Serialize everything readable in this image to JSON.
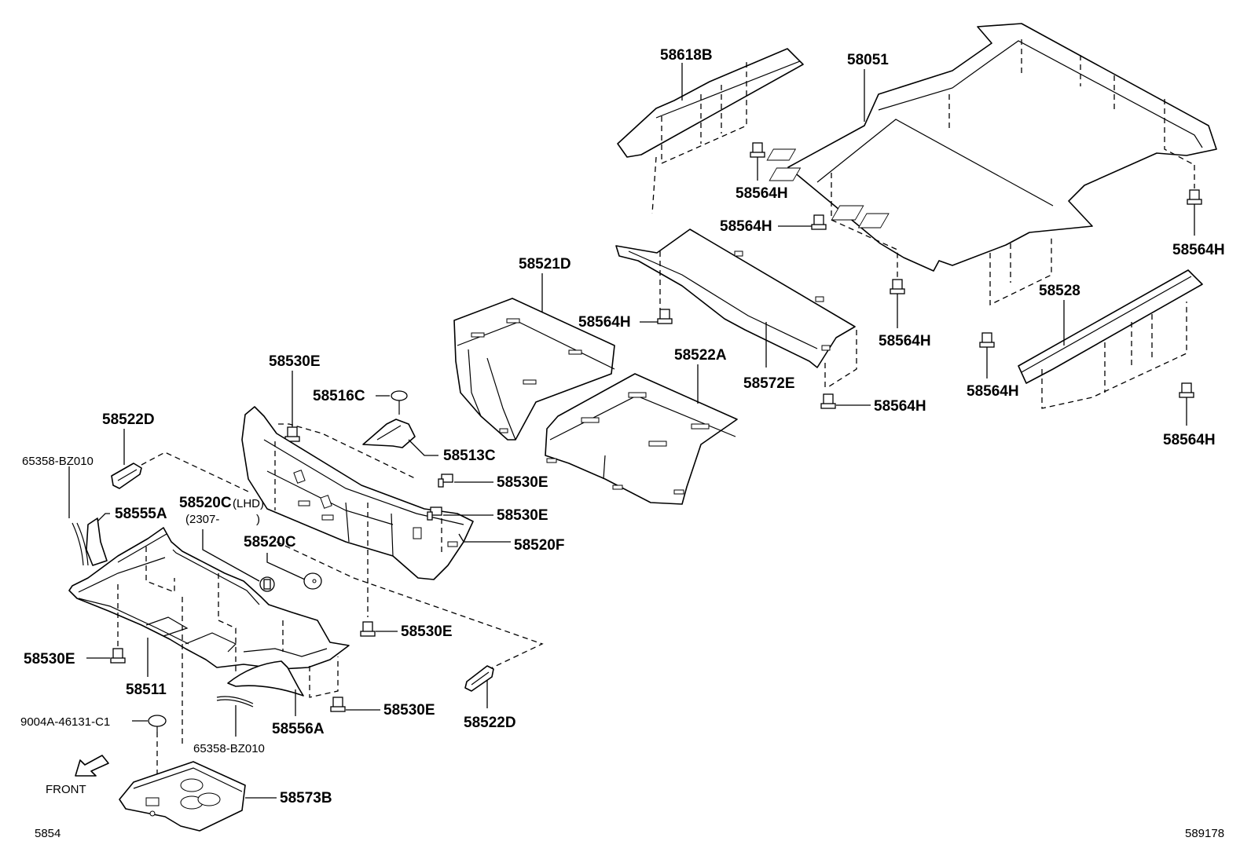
{
  "labels": {
    "p58618B": "58618B",
    "p58051": "58051",
    "p58564H_a": "58564H",
    "p58564H_b": "58564H",
    "p58564H_c": "58564H",
    "p58564H_d": "58564H",
    "p58564H_e": "58564H",
    "p58564H_f": "58564H",
    "p58564H_g": "58564H",
    "p58564H_h": "58564H",
    "p58521D": "58521D",
    "p58522A": "58522A",
    "p58572E": "58572E",
    "p58528": "58528",
    "p58530E_a": "58530E",
    "p58530E_b": "58530E",
    "p58530E_c": "58530E",
    "p58530E_d": "58530E",
    "p58530E_e": "58530E",
    "p58530E_f": "58530E",
    "p58516C": "58516C",
    "p58513C": "58513C",
    "p58522D_a": "58522D",
    "p58522D_b": "58522D",
    "p65358_a": "65358-BZ010",
    "p65358_b": "65358-BZ010",
    "p58555A": "58555A",
    "p58520C_lhd": "58520C",
    "p58520C_lhd_note": "(LHD)",
    "p58520C_date": "(2307-",
    "p58520C_date_close": ")",
    "p58520C": "58520C",
    "p58520F": "58520F",
    "p58511": "58511",
    "p58556A": "58556A",
    "p9004A": "9004A-46131-C1",
    "p58573B": "58573B",
    "front": "FRONT",
    "page_ref": "5854",
    "figure_no": "589178"
  }
}
